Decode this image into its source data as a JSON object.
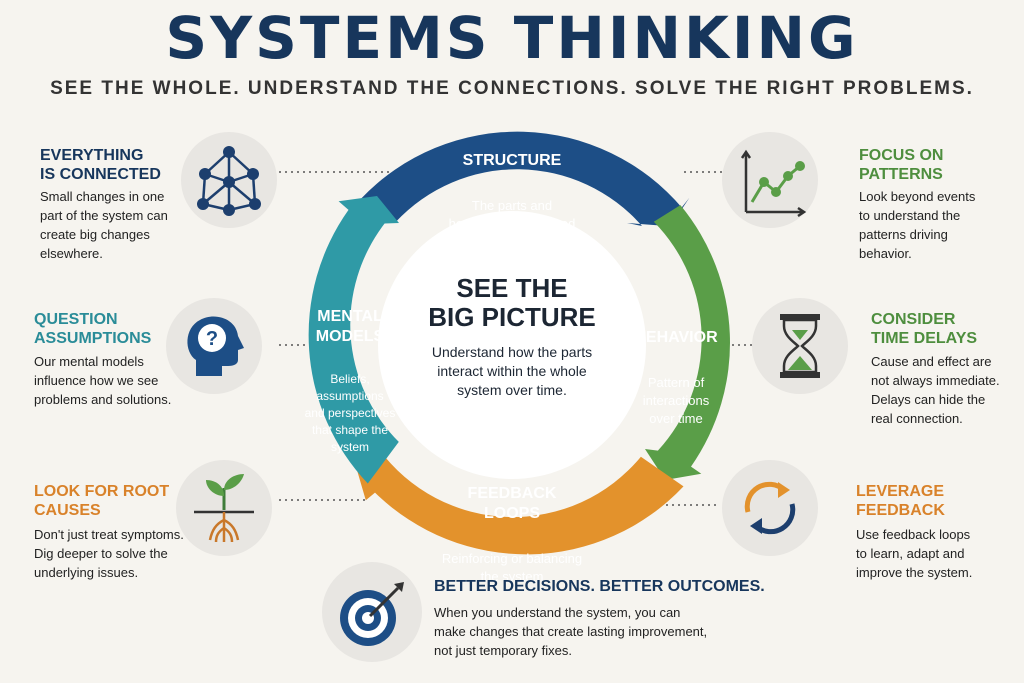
{
  "header": {
    "title": "SYSTEMS THINKING",
    "subtitle": "SEE THE WHOLE. UNDERSTAND THE CONNECTIONS. SOLVE THE RIGHT PROBLEMS."
  },
  "colors": {
    "navy": "#1d4e86",
    "green": "#5a9e48",
    "orange": "#e3922c",
    "teal": "#2f9aa6",
    "title_navy": "#17365c"
  },
  "center": {
    "title": "SEE THE\nBIG PICTURE",
    "subtitle": "Understand how the parts\ninteract within the whole\nsystem over time."
  },
  "cycle": {
    "structure": {
      "title": "STRUCTURE",
      "sub": "The parts and\nhow they're organized"
    },
    "behavior": {
      "title": "BEHAVIOR",
      "sub": "Pattern of\ninteractions\nover time"
    },
    "feedback": {
      "title": "FEEDBACK\nLOOPS",
      "sub": "Reinforcing or balancing\nthe system"
    },
    "mental": {
      "title": "MENTAL\nMODELS",
      "sub": "Beliefs, assumptions\nand perspectives\nthat shape the\nsystem"
    }
  },
  "left": [
    {
      "title": "EVERYTHING\nIS CONNECTED",
      "body": "Small changes in one\npart of the system can\ncreate big changes\nelsewhere.",
      "icon": "network-icon"
    },
    {
      "title": "QUESTION\nASSUMPTIONS",
      "body": "Our mental models\ninfluence how we see\nproblems and solutions.",
      "icon": "head-question-icon"
    },
    {
      "title": "LOOK FOR ROOT\nCAUSES",
      "body": "Don't just treat symptoms.\nDig deeper to solve the\nunderlying issues.",
      "icon": "plant-roots-icon"
    }
  ],
  "right": [
    {
      "title": "FOCUS ON\nPATTERNS",
      "body": "Look beyond events\nto understand the\npatterns driving\nbehavior.",
      "icon": "line-graph-icon"
    },
    {
      "title": "CONSIDER\nTIME DELAYS",
      "body": "Cause and effect are\nnot always immediate.\nDelays can hide the\nreal connection.",
      "icon": "hourglass-icon"
    },
    {
      "title": "LEVERAGE\nFEEDBACK",
      "body": "Use feedback loops\nto learn, adapt and\nimprove the system.",
      "icon": "cycle-arrows-icon"
    }
  ],
  "bottom": {
    "title": "BETTER DECISIONS. BETTER OUTCOMES.",
    "body": "When you understand the system, you can\nmake changes that create lasting improvement,\nnot just temporary fixes.",
    "icon": "target-icon"
  }
}
